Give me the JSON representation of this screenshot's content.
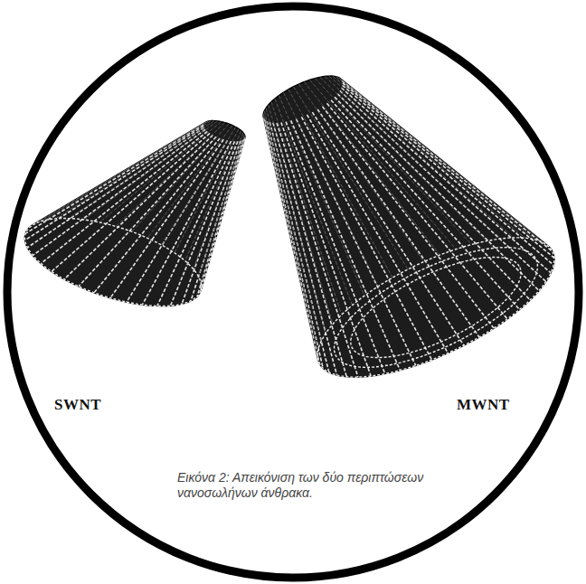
{
  "diagram": {
    "caption": "Εικόνα 2: Απεικόνιση των δύο περιπτώσεων νανοσωλήνων άνθρακα.",
    "labels": [
      "SWNT",
      "MWNT"
    ]
  }
}
